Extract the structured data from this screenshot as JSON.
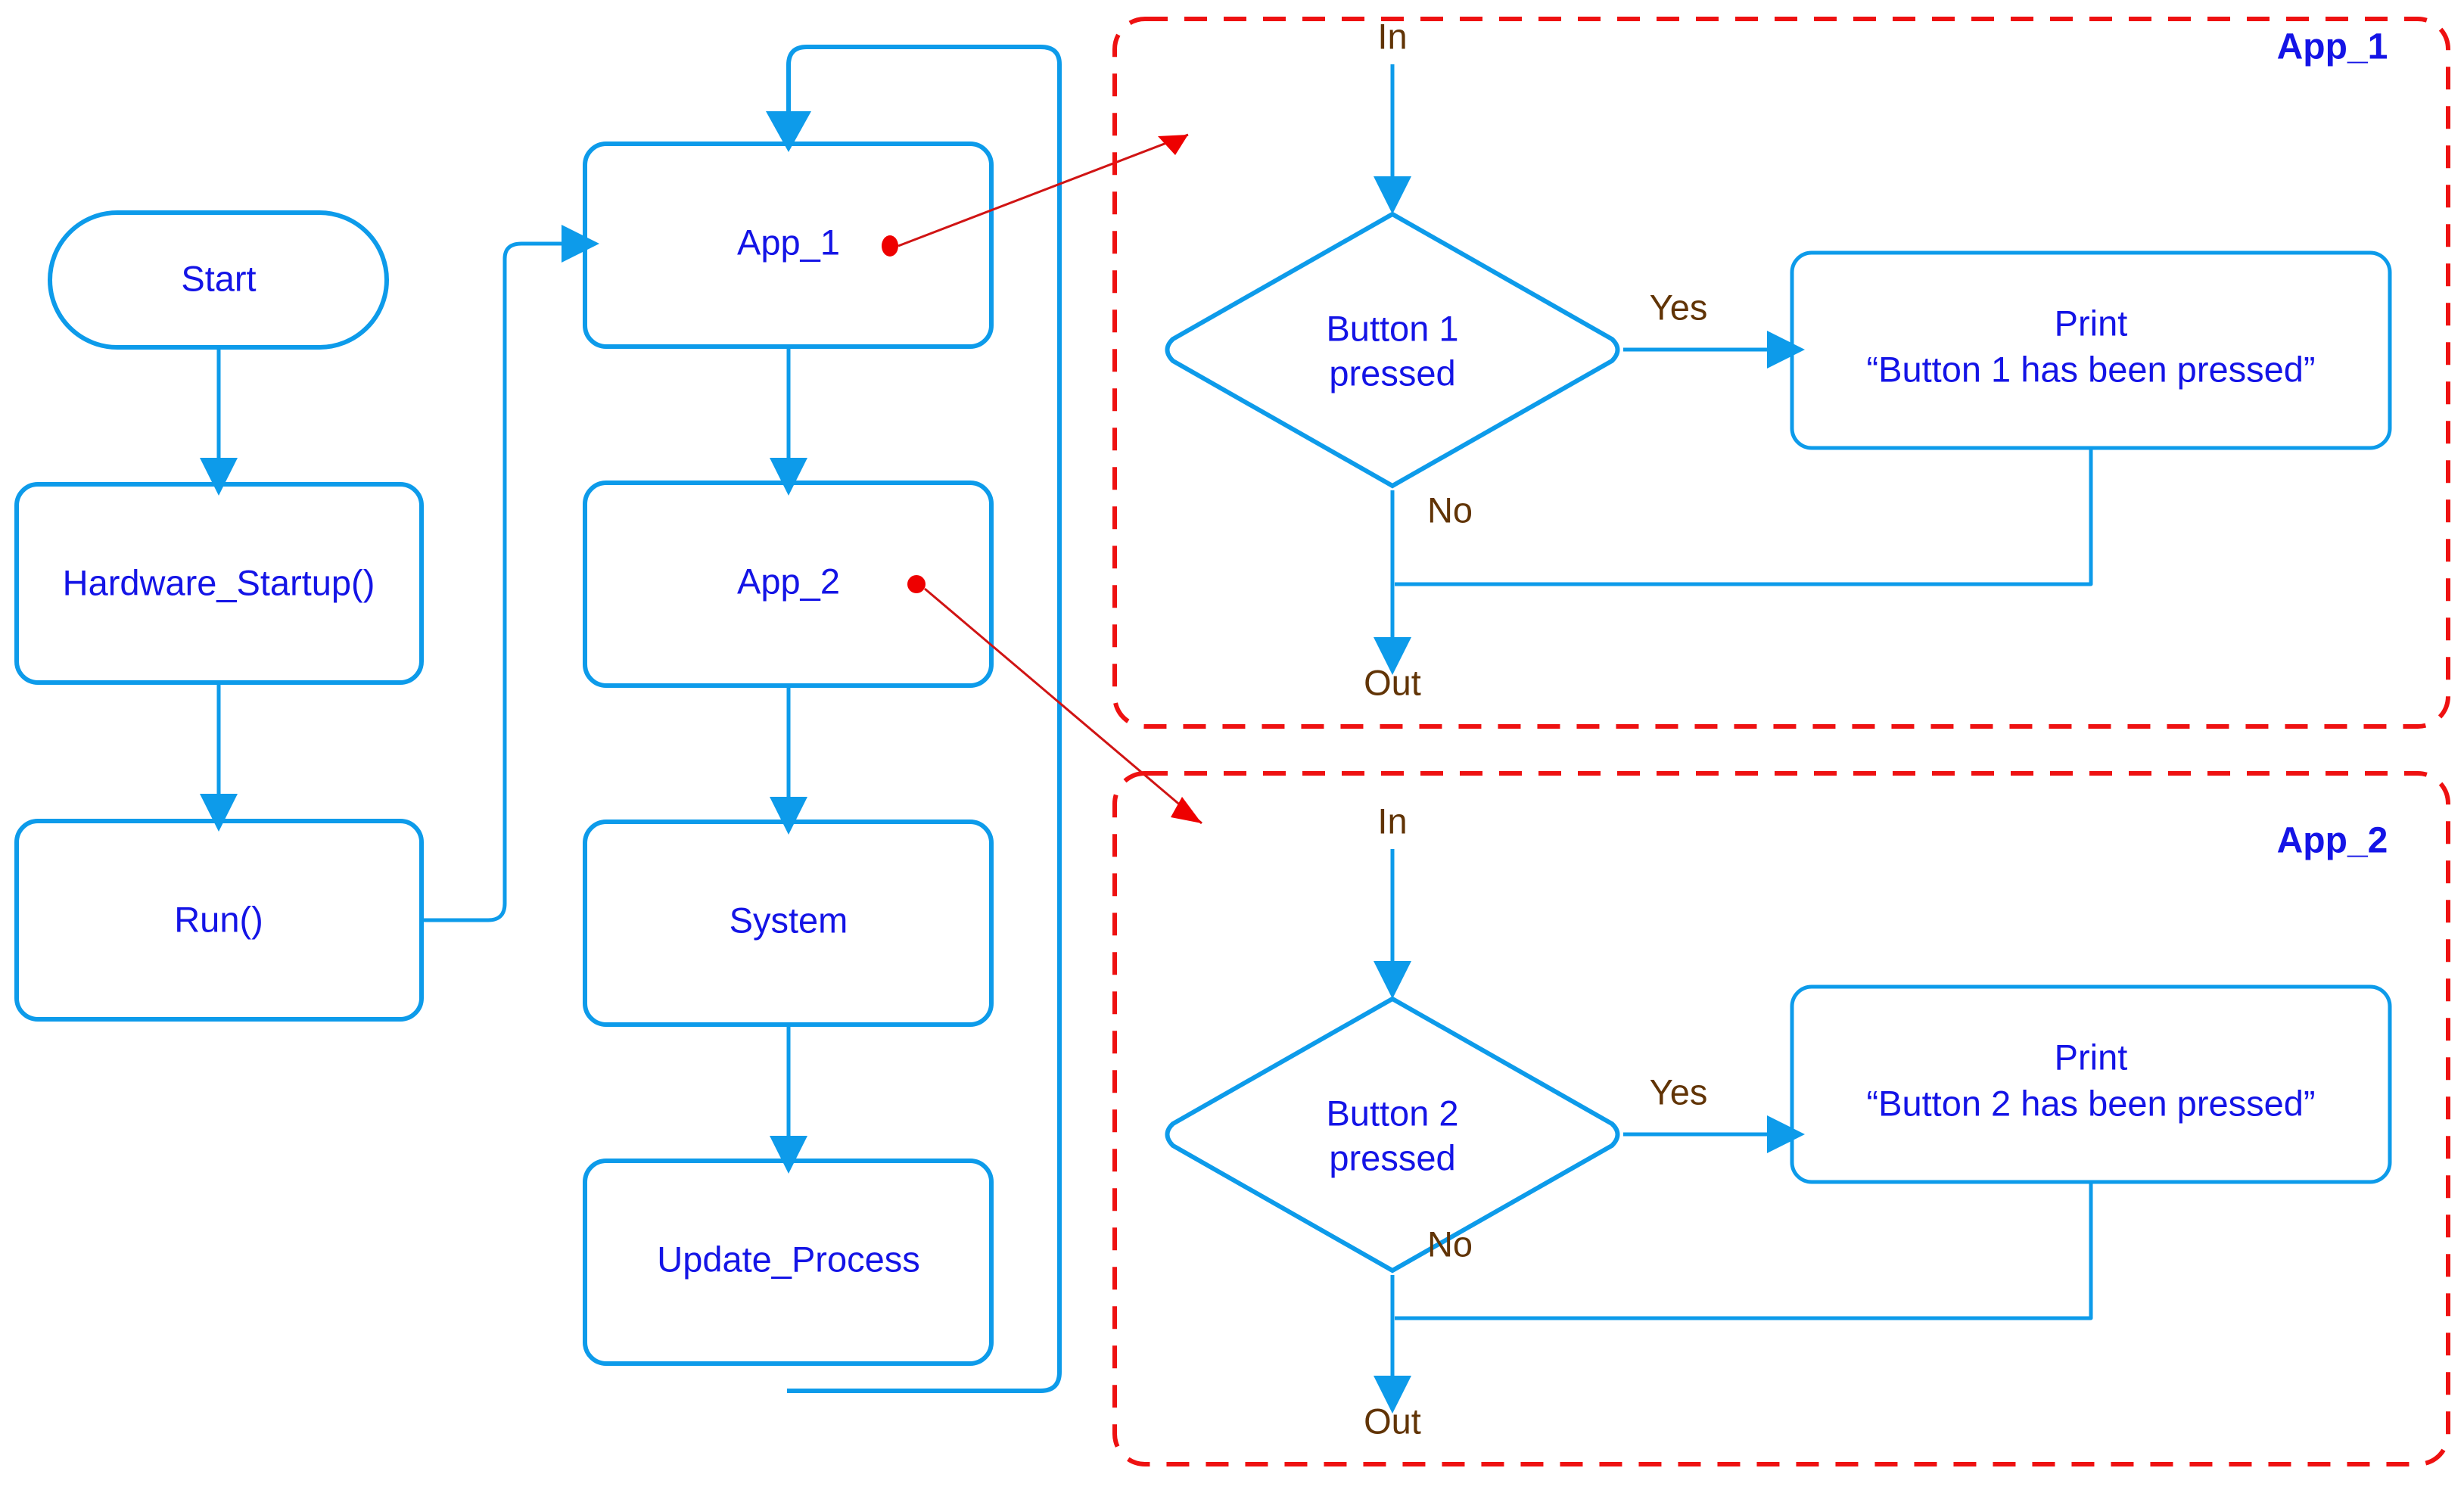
{
  "diagram": {
    "title": "Embedded application flowchart with App_1 and App_2 subroutines",
    "colors": {
      "shape_stroke": "#0d9bea",
      "node_text": "#1414e6",
      "edge_label_text": "#613406",
      "group_border": "#ee1111",
      "callout": "#ee0000",
      "background": "#ffffff"
    }
  },
  "main_flow": {
    "nodes": [
      {
        "id": "start",
        "label": "Start",
        "shape": "stadium"
      },
      {
        "id": "hardware_startup",
        "label": "Hardware_Startup()",
        "shape": "rounded-rect"
      },
      {
        "id": "run",
        "label": "Run()",
        "shape": "rounded-rect"
      },
      {
        "id": "app_1",
        "label": "App_1",
        "shape": "rounded-rect"
      },
      {
        "id": "app_2",
        "label": "App_2",
        "shape": "rounded-rect"
      },
      {
        "id": "system",
        "label": "System",
        "shape": "rounded-rect"
      },
      {
        "id": "update_process",
        "label": "Update_Process",
        "shape": "rounded-rect"
      }
    ],
    "edges": [
      {
        "from": "start",
        "to": "hardware_startup",
        "label": ""
      },
      {
        "from": "hardware_startup",
        "to": "run",
        "label": ""
      },
      {
        "from": "run",
        "to": "app_1",
        "label": ""
      },
      {
        "from": "app_1",
        "to": "app_2",
        "label": ""
      },
      {
        "from": "app_2",
        "to": "system",
        "label": ""
      },
      {
        "from": "system",
        "to": "update_process",
        "label": ""
      },
      {
        "from": "update_process",
        "to": "app_1",
        "label": ""
      }
    ]
  },
  "app_1_panel": {
    "title": "App_1",
    "in_label": "In",
    "out_label": "Out",
    "decision_label_line1": "Button 1",
    "decision_label_line2": "pressed",
    "yes_label": "Yes",
    "no_label": "No",
    "action_line1": "Print",
    "action_line2": "“Button 1 has been pressed”"
  },
  "app_2_panel": {
    "title": "App_2",
    "in_label": "In",
    "out_label": "Out",
    "decision_label_line1": "Button 2",
    "decision_label_line2": "pressed",
    "yes_label": "Yes",
    "no_label": "No",
    "action_line1": "Print",
    "action_line2": "“Button 2 has been pressed”"
  }
}
